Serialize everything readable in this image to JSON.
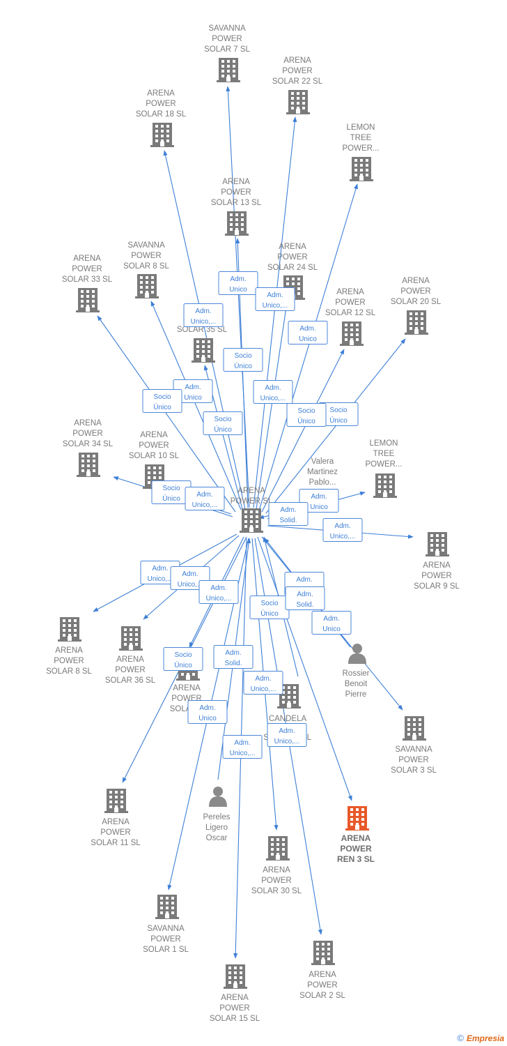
{
  "colors": {
    "edge": "#3d7fd6",
    "company": "#7a7a7a",
    "focus": "#e8592a",
    "person": "#8a8a8a"
  },
  "nodes": [
    {
      "id": "center",
      "type": "company",
      "lines": [
        "ARENA",
        "POWER  SL"
      ]
    },
    {
      "id": "sp7",
      "type": "company",
      "lines": [
        "SAVANNA",
        "POWER",
        "SOLAR 7  SL"
      ]
    },
    {
      "id": "ap22",
      "type": "company",
      "lines": [
        "ARENA",
        "POWER",
        "SOLAR 22  SL"
      ]
    },
    {
      "id": "ap18",
      "type": "company",
      "lines": [
        "ARENA",
        "POWER",
        "SOLAR 18  SL"
      ]
    },
    {
      "id": "lt1",
      "type": "company",
      "lines": [
        "LEMON",
        "TREE",
        "POWER..."
      ]
    },
    {
      "id": "ap13",
      "type": "company",
      "lines": [
        "ARENA",
        "POWER",
        "SOLAR 13  SL"
      ]
    },
    {
      "id": "sp8",
      "type": "company",
      "lines": [
        "SAVANNA",
        "POWER",
        "SOLAR 8  SL"
      ]
    },
    {
      "id": "ap24",
      "type": "company",
      "lines": [
        "ARENA",
        "POWER",
        "SOLAR 24  SL"
      ]
    },
    {
      "id": "ap33",
      "type": "company",
      "lines": [
        "ARENA",
        "POWER",
        "SOLAR 33  SL"
      ]
    },
    {
      "id": "ap20",
      "type": "company",
      "lines": [
        "ARENA",
        "POWER",
        "SOLAR 20  SL"
      ]
    },
    {
      "id": "ap12",
      "type": "company",
      "lines": [
        "ARENA",
        "POWER",
        "SOLAR 12  SL"
      ]
    },
    {
      "id": "ap35",
      "type": "company",
      "lines": [
        "SOLAR 35  SL"
      ]
    },
    {
      "id": "ap34",
      "type": "company",
      "lines": [
        "ARENA",
        "POWER",
        "SOLAR 34  SL"
      ]
    },
    {
      "id": "ap10",
      "type": "company",
      "lines": [
        "ARENA",
        "POWER",
        "SOLAR 10  SL"
      ]
    },
    {
      "id": "lt2",
      "type": "company",
      "lines": [
        "LEMON",
        "TREE",
        "POWER..."
      ]
    },
    {
      "id": "valera",
      "type": "person-text",
      "lines": [
        "Valera",
        "Martinez",
        "Pablo..."
      ]
    },
    {
      "id": "ap9",
      "type": "company",
      "lines": [
        "ARENA",
        "POWER",
        "SOLAR 9  SL"
      ]
    },
    {
      "id": "ap8",
      "type": "company",
      "lines": [
        "ARENA",
        "POWER",
        "SOLAR 8  SL"
      ]
    },
    {
      "id": "ap36",
      "type": "company",
      "lines": [
        "ARENA",
        "POWER",
        "SOLAR 36  SL"
      ]
    },
    {
      "id": "ap2x",
      "type": "company",
      "lines": [
        "ARENA",
        "POWER",
        "SOLAR 2"
      ]
    },
    {
      "id": "candela",
      "type": "company",
      "lines": [
        "CANDELA",
        "S",
        "SL"
      ]
    },
    {
      "id": "rossier",
      "type": "person",
      "lines": [
        "Rossier",
        "Benoit",
        "Pierre"
      ]
    },
    {
      "id": "sp3",
      "type": "company",
      "lines": [
        "SAVANNA",
        "POWER",
        "SOLAR 3  SL"
      ]
    },
    {
      "id": "ap11",
      "type": "company",
      "lines": [
        "ARENA",
        "POWER",
        "SOLAR 11  SL"
      ]
    },
    {
      "id": "pereles",
      "type": "person",
      "lines": [
        "Pereles",
        "Ligero",
        "Oscar"
      ]
    },
    {
      "id": "ren3",
      "type": "focus",
      "lines": [
        "ARENA",
        "POWER",
        "REN 3  SL"
      ]
    },
    {
      "id": "ap30",
      "type": "company",
      "lines": [
        "ARENA",
        "POWER",
        "SOLAR 30  SL"
      ]
    },
    {
      "id": "sp1",
      "type": "company",
      "lines": [
        "SAVANNA",
        "POWER",
        "SOLAR 1  SL"
      ]
    },
    {
      "id": "ap2",
      "type": "company",
      "lines": [
        "ARENA",
        "POWER",
        "SOLAR 2  SL"
      ]
    },
    {
      "id": "ap15",
      "type": "company",
      "lines": [
        "ARENA",
        "POWER",
        "SOLAR 15  SL"
      ]
    }
  ],
  "edges": [
    {
      "from": "center",
      "to": "sp7",
      "badge": [
        "Adm.",
        "Unico"
      ]
    },
    {
      "from": "center",
      "to": "ap22",
      "badge": [
        "Adm.",
        "Unico,..."
      ]
    },
    {
      "from": "center",
      "to": "ap18",
      "badge": [
        "Adm.",
        "Unico,..."
      ]
    },
    {
      "from": "center",
      "to": "lt1",
      "badge": [
        "Adm.",
        "Unico"
      ]
    },
    {
      "from": "center",
      "to": "ap13",
      "badge": [
        "Socio",
        "Único"
      ]
    },
    {
      "from": "center",
      "to": "sp8",
      "badge": [
        "Adm.",
        "Unico"
      ]
    },
    {
      "from": "center",
      "to": "ap24",
      "badge": [
        "Adm.",
        "Unico,..."
      ]
    },
    {
      "from": "center",
      "to": "ap33",
      "badge": [
        "Socio",
        "Único"
      ]
    },
    {
      "from": "center",
      "to": "ap20",
      "badge": [
        "Socio",
        "Único"
      ]
    },
    {
      "from": "center",
      "to": "ap12",
      "badge": [
        "Socio",
        "Único"
      ]
    },
    {
      "from": "center",
      "to": "ap35",
      "badge": [
        "Socio",
        "Único"
      ]
    },
    {
      "from": "center",
      "to": "ap34",
      "badge": [
        "Socio",
        "Único"
      ]
    },
    {
      "from": "center",
      "to": "ap10",
      "badge": [
        "Adm.",
        "Unico,..."
      ]
    },
    {
      "from": "center",
      "to": "lt2",
      "badge": [
        "Adm.",
        "Unico"
      ]
    },
    {
      "from": "valera",
      "to": "center",
      "badge": [
        "Adm.",
        "Solid."
      ]
    },
    {
      "from": "center",
      "to": "ap9",
      "badge": [
        "Adm.",
        "Unico,..."
      ]
    },
    {
      "from": "center",
      "to": "ap8",
      "badge": [
        "Adm.",
        "Unico,..."
      ]
    },
    {
      "from": "center",
      "to": "ap36",
      "badge": [
        "Adm.",
        "Unico,..."
      ]
    },
    {
      "from": "center",
      "to": "ap2x",
      "badge": [
        "Adm.",
        "Unico,..."
      ]
    },
    {
      "from": "candela",
      "to": "center",
      "badge": [
        "Adm.",
        "Solid."
      ]
    },
    {
      "from": "center",
      "to": "ren3",
      "badge": [
        "Socio",
        "Único"
      ]
    },
    {
      "from": "rossier",
      "to": "center",
      "badge": [
        "Adm.",
        "Unico"
      ]
    },
    {
      "from": "center",
      "to": "sp3",
      "badge": [
        "Adm.",
        "Solid."
      ]
    },
    {
      "from": "center",
      "to": "ap11",
      "badge": [
        "Socio",
        "Único"
      ]
    },
    {
      "from": "pereles",
      "to": "center",
      "badge": [
        "Adm.",
        "Solid."
      ]
    },
    {
      "from": "center",
      "to": "ap30",
      "badge": [
        "Adm.",
        "Unico,..."
      ]
    },
    {
      "from": "center",
      "to": "sp1",
      "badge": [
        "Adm.",
        "Unico"
      ]
    },
    {
      "from": "center",
      "to": "ap2",
      "badge": [
        "Adm.",
        "Unico,..."
      ]
    },
    {
      "from": "center",
      "to": "ap15",
      "badge": [
        "Adm.",
        "Unico,..."
      ]
    }
  ],
  "footer": {
    "copyright": "©",
    "brand": "Empresia"
  }
}
